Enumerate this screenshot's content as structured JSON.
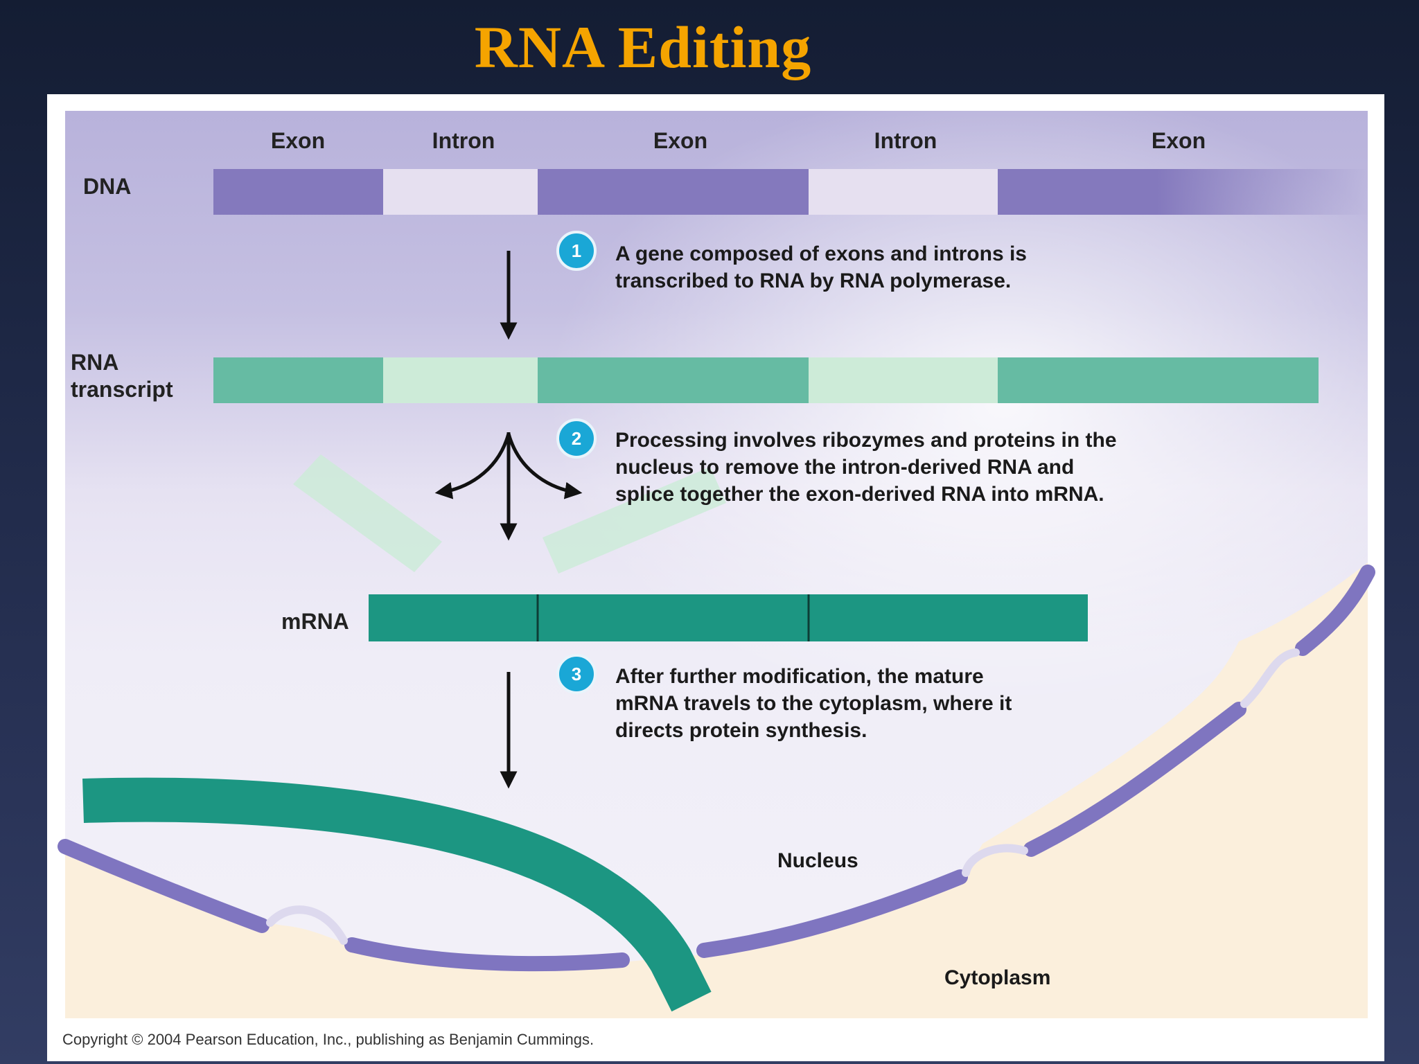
{
  "slide": {
    "title": "RNA Editing"
  },
  "diagram": {
    "column_labels": [
      "Exon",
      "Intron",
      "Exon",
      "Intron",
      "Exon"
    ],
    "row_labels": {
      "dna": "DNA",
      "rna_line1": "RNA",
      "rna_line2": "transcript",
      "mrna": "mRNA"
    },
    "steps": [
      {
        "number": "1",
        "lines": [
          "A gene composed of exons and introns is",
          "transcribed to RNA by RNA polymerase."
        ]
      },
      {
        "number": "2",
        "lines": [
          "Processing involves ribozymes and proteins in the",
          "nucleus to remove the intron-derived RNA and",
          "splice together the exon-derived RNA into mRNA."
        ]
      },
      {
        "number": "3",
        "lines": [
          "After further modification, the mature",
          "mRNA travels to the cytoplasm, where it",
          "directs protein synthesis."
        ]
      }
    ],
    "region_labels": {
      "nucleus": "Nucleus",
      "cytoplasm": "Cytoplasm"
    },
    "colors": {
      "dna_exon": "#8479bd",
      "dna_intron": "#e6e0f0",
      "rna_exon": "#66bba3",
      "rna_intron": "#cdebd8",
      "mrna": "#1c9682",
      "membrane": "#7f75c0",
      "cytoplasm": "#fbefdc",
      "step_badge": "#1aa7d6"
    }
  },
  "copyright": "Copyright © 2004 Pearson Education, Inc., publishing as Benjamin Cummings."
}
